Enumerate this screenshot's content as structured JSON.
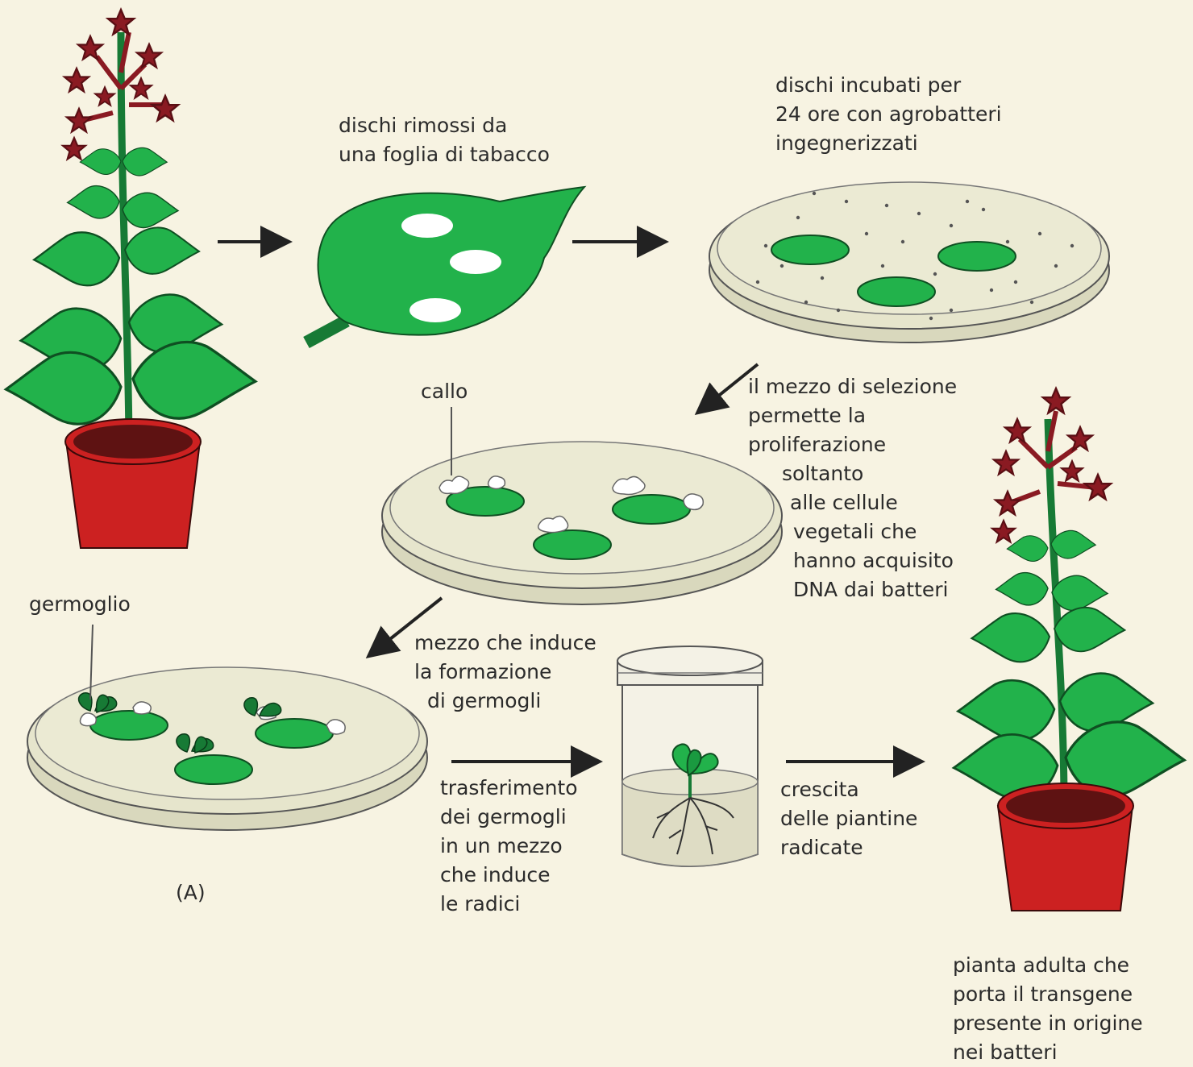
{
  "colors": {
    "background": "#f7f3e2",
    "leaf": "#22b24b",
    "leaf_dark": "#177a35",
    "flower": "#8a1a22",
    "pot": "#cc2121",
    "pot_rim": "#5e1212",
    "dish": "#e6e5cc",
    "text": "#2b2b2b"
  },
  "labels": {
    "leaf_disks": "dischi rimossi da\nuna foglia di tabacco",
    "incubation": "dischi incubati per\n24 ore con agrobatteri\ningegnerizzati",
    "callus": "callo",
    "selection": [
      "il mezzo di selezione",
      "permette la",
      "proliferazione",
      "soltanto",
      "alle cellule",
      "vegetali che",
      "hanno acquisito",
      "DNA dai batteri"
    ],
    "shoot": "germoglio",
    "shoot_medium": [
      "mezzo che induce",
      "la formazione",
      "di germogli"
    ],
    "transfer": [
      "trasferimento",
      "dei germogli",
      "in un mezzo",
      "che induce",
      "le radici"
    ],
    "growth": [
      "crescita",
      "delle piantine",
      "radicate"
    ],
    "panel": "(A)",
    "adult_plant": [
      "pianta adulta che",
      "porta il transgene",
      "presente in origine",
      "nei batteri"
    ]
  }
}
